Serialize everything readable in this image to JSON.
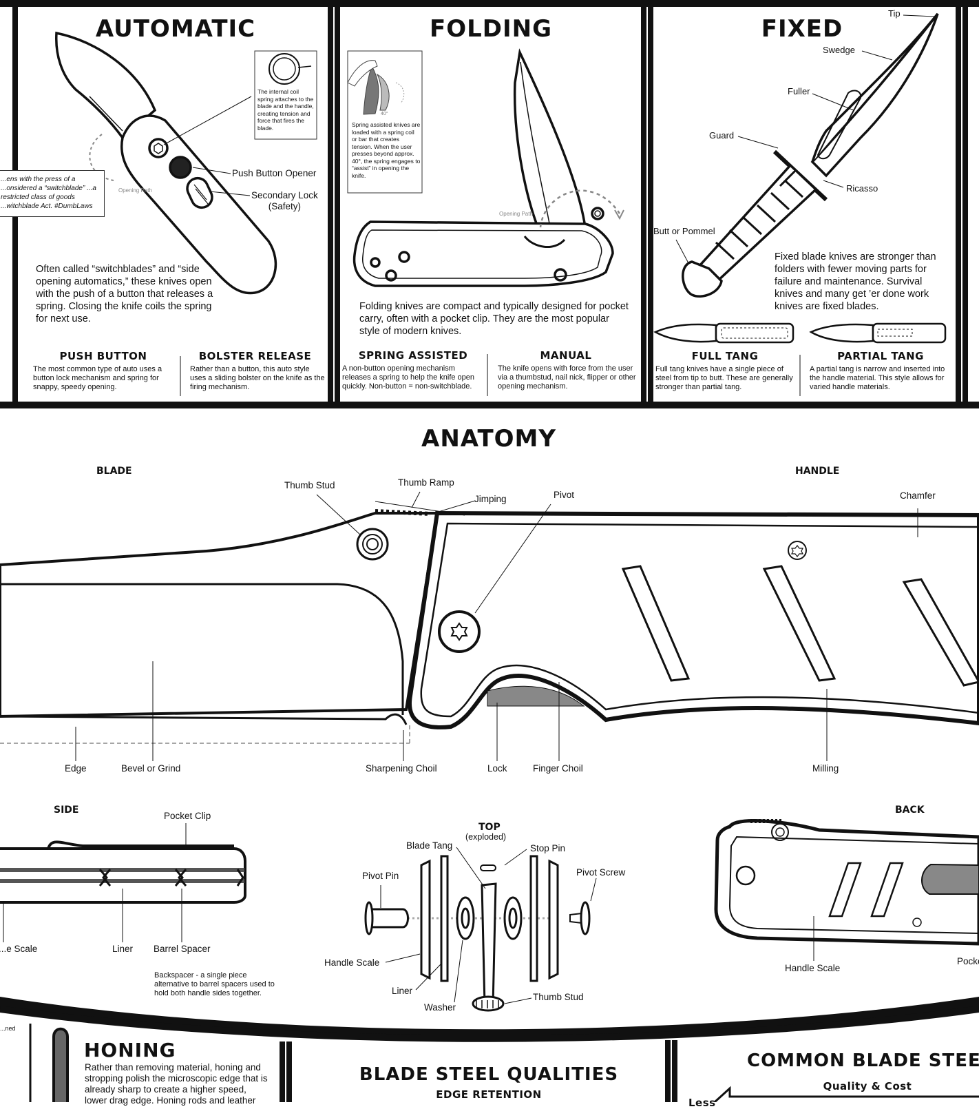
{
  "top_panels": {
    "automatic": {
      "title": "AUTOMATIC",
      "spring_note": "The internal coil spring attaches to the blade and the handle, creating tension and force that fires the blade.",
      "switchblade_note": "...ens with the press of a ...onsidered a “switchblade” ...a restricted class of goods ...witchblade Act. #DumbLaws",
      "opening_path": "Opening Path",
      "push_button_opener": "Push Button Opener",
      "secondary_lock": "Secondary Lock\n(Safety)",
      "description": "Often called “switchblades” and “side opening automatics,” these knives open with the push of a button that releases a spring. Closing the knife coils the spring for next use.",
      "sub1_title": "PUSH BUTTON",
      "sub1_text": "The most common type of auto uses a button lock mechanism and spring for snappy, speedy opening.",
      "sub2_title": "BOLSTER RELEASE",
      "sub2_text": "Rather than a button, this auto style uses a sliding bolster on the knife as the firing mechanism."
    },
    "folding": {
      "title": "FOLDING",
      "assist_note": "Spring assisted knives are loaded with a spring coil or bar that creates tension. When the user presses beyond approx. 40°, the spring engages to “assist” in opening the knife.",
      "angle": "40°",
      "opening_path": "Opening Path",
      "description": "Folding knives are compact and typically designed for pocket carry, often with a pocket clip. They are the most popular style of modern knives.",
      "sub1_title": "SPRING ASSISTED",
      "sub1_text": "A non-button opening mechanism releases a spring to help the knife open quickly. Non-button = non-switchblade.",
      "sub2_title": "MANUAL",
      "sub2_text": "The knife opens with force from the user via a thumbstud, nail nick, flipper or other opening mechanism."
    },
    "fixed": {
      "title": "FIXED",
      "tip": "Tip",
      "swedge": "Swedge",
      "fuller": "Fuller",
      "guard": "Guard",
      "ricasso": "Ricasso",
      "butt": "Butt or Pommel",
      "description": "Fixed blade knives are stronger than folders with fewer moving parts for failure and maintenance. Survival knives and many get ’er done work knives are fixed blades.",
      "sub1_title": "FULL TANG",
      "sub1_text": "Full tang knives have a single piece of steel from tip to butt. These are generally stronger than partial tang.",
      "sub2_title": "PARTIAL TANG",
      "sub2_text": "A partial tang is narrow and inserted into the handle material. This style allows for varied handle materials."
    }
  },
  "anatomy": {
    "title": "ANATOMY",
    "blade_heading": "BLADE",
    "handle_heading": "HANDLE",
    "labels": {
      "thumb_stud": "Thumb Stud",
      "thumb_ramp": "Thumb Ramp",
      "jimping": "Jimping",
      "pivot": "Pivot",
      "chamfer": "Chamfer",
      "edge": "Edge",
      "bevel": "Bevel or Grind",
      "sharpening_choil": "Sharpening Choil",
      "lock": "Lock",
      "finger_choil": "Finger Choil",
      "milling": "Milling"
    }
  },
  "views": {
    "side": {
      "heading": "SIDE",
      "pocket_clip": "Pocket Clip",
      "handle_scale": "...e Scale",
      "liner": "Liner",
      "barrel_spacer": "Barrel Spacer",
      "backspacer_note": "Backspacer - a single piece alternative to barrel spacers used to hold both handle sides together."
    },
    "top": {
      "heading": "TOP",
      "subheading": "(exploded)",
      "blade_tang": "Blade Tang",
      "stop_pin": "Stop Pin",
      "pivot_pin": "Pivot Pin",
      "pivot_screw": "Pivot Screw",
      "handle_scale": "Handle Scale",
      "liner": "Liner",
      "washer": "Washer",
      "thumb_stud": "Thumb Stud"
    },
    "back": {
      "heading": "BACK",
      "handle_scale": "Handle Scale",
      "pocket": "Pocke..."
    }
  },
  "bottom": {
    "fragment": "...ned",
    "honing_title": "HONING",
    "honing_text": "Rather than removing material, honing and stropping polish the microscopic edge that is already sharp to create a higher speed, lower drag edge. Honing rods and leather",
    "steel_title": "BLADE STEEL QUALITIES",
    "steel_sub": "EDGE RETENTION",
    "common_title": "COMMON BLADE STEELS",
    "common_sub": "Quality & Cost",
    "less": "Less"
  }
}
